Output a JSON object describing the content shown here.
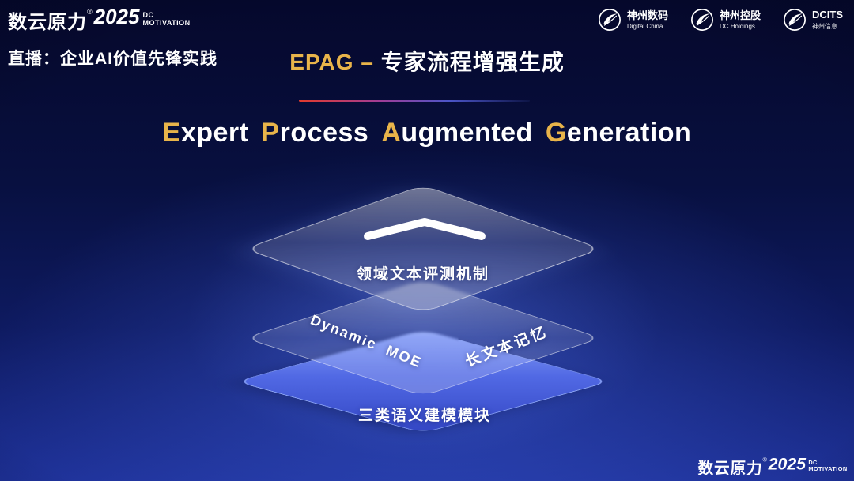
{
  "colors": {
    "background_top": "#05082C",
    "background_bottom": "#1E3198",
    "gold": "#E8B44A",
    "divider_red": "#E23A2C",
    "layer_blue": "#5169E4",
    "text_white": "#FFFFFF"
  },
  "brand": {
    "name": "数云原力",
    "reg": "®",
    "year": "2025",
    "tag1": "DC",
    "tag2": "MOTIVATION"
  },
  "topbar": {
    "live_label": "直播：企业AI价值先锋实践",
    "partners": [
      {
        "name": "神州数码",
        "sub": "Digital China"
      },
      {
        "name": "神州控股",
        "sub": "DC Holdings"
      },
      {
        "name": "DCITS",
        "sub": "神州信息"
      }
    ]
  },
  "title": {
    "acronym": "EPAG",
    "separator": "–",
    "zh": "专家流程增强生成"
  },
  "subtitle": {
    "parts": [
      {
        "cap": "E",
        "rest": "xpert"
      },
      {
        "cap": "P",
        "rest": "rocess"
      },
      {
        "cap": "A",
        "rest": "ugmented"
      },
      {
        "cap": "G",
        "rest": "eneration"
      }
    ]
  },
  "diagram": {
    "top_layer_label": "领域文本评测机制",
    "middle_layer_left_label": "Dynamic  MOE",
    "middle_layer_right_label": "长文本记忆",
    "bottom_layer_label": "三类语义建模模块"
  }
}
